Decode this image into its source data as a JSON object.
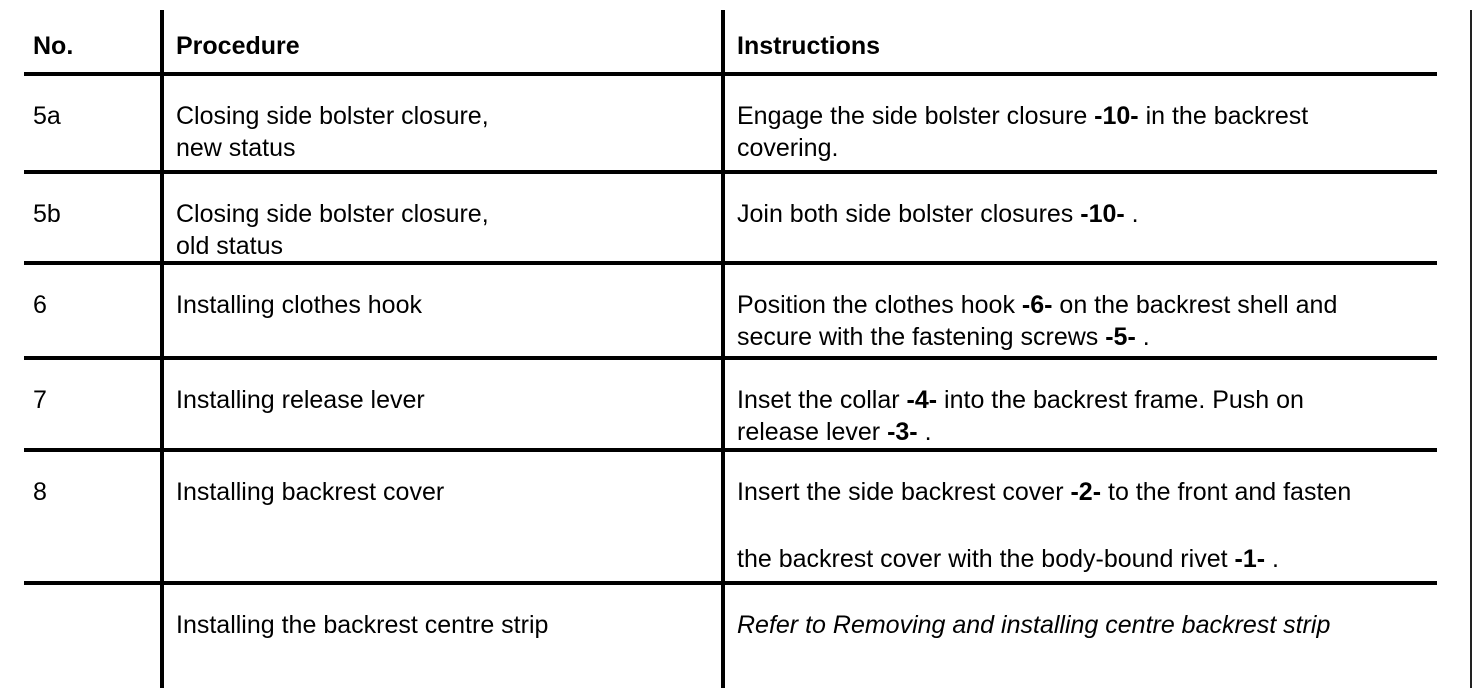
{
  "colors": {
    "background": "#ffffff",
    "text": "#000000",
    "border": "#000000"
  },
  "table": {
    "headers": [
      "No.",
      "Procedure",
      "Instructions"
    ],
    "rows": [
      {
        "no": "5a",
        "procedure_lines": [
          "Closing side bolster closure,",
          "new status"
        ],
        "instruction_lines": [
          [
            {
              "t": "Engage the side bolster closure "
            },
            {
              "t": "-10-",
              "b": true
            },
            {
              "t": " in the backrest"
            }
          ],
          [
            {
              "t": "covering."
            }
          ]
        ]
      },
      {
        "no": "5b",
        "procedure_lines": [
          "Closing side bolster closure,",
          "old status"
        ],
        "instruction_lines": [
          [
            {
              "t": "Join both side bolster closures "
            },
            {
              "t": "-10-",
              "b": true
            },
            {
              "t": " ."
            }
          ]
        ]
      },
      {
        "no": "6",
        "procedure_lines": [
          "Installing clothes hook"
        ],
        "instruction_lines": [
          [
            {
              "t": "Position the clothes hook "
            },
            {
              "t": "-6-",
              "b": true
            },
            {
              "t": " on the backrest shell and"
            }
          ],
          [
            {
              "t": "secure with the fastening screws "
            },
            {
              "t": "-5-",
              "b": true
            },
            {
              "t": " ."
            }
          ]
        ]
      },
      {
        "no": "7",
        "procedure_lines": [
          "Installing release lever"
        ],
        "instruction_lines": [
          [
            {
              "t": "Inset the collar "
            },
            {
              "t": "-4-",
              "b": true
            },
            {
              "t": " into the backrest frame. Push on"
            }
          ],
          [
            {
              "t": "release lever "
            },
            {
              "t": "-3-",
              "b": true
            },
            {
              "t": " ."
            }
          ]
        ]
      },
      {
        "no": "8",
        "procedure_lines": [
          "Installing backrest cover"
        ],
        "instruction_lines": [
          [
            {
              "t": "Insert the side backrest cover "
            },
            {
              "t": "-2-",
              "b": true
            },
            {
              "t": " to the front and fasten"
            }
          ],
          [],
          [
            {
              "t": "the backrest cover with the body-bound rivet "
            },
            {
              "t": "-1-",
              "b": true
            },
            {
              "t": " ."
            }
          ]
        ]
      },
      {
        "no": "",
        "procedure_lines": [
          "Installing the backrest centre strip"
        ],
        "instruction_lines": [
          [
            {
              "t": "Refer to",
              "i": true
            },
            {
              "t": " Removing and installing centre backrest strip",
              "i": true
            }
          ]
        ]
      }
    ]
  }
}
